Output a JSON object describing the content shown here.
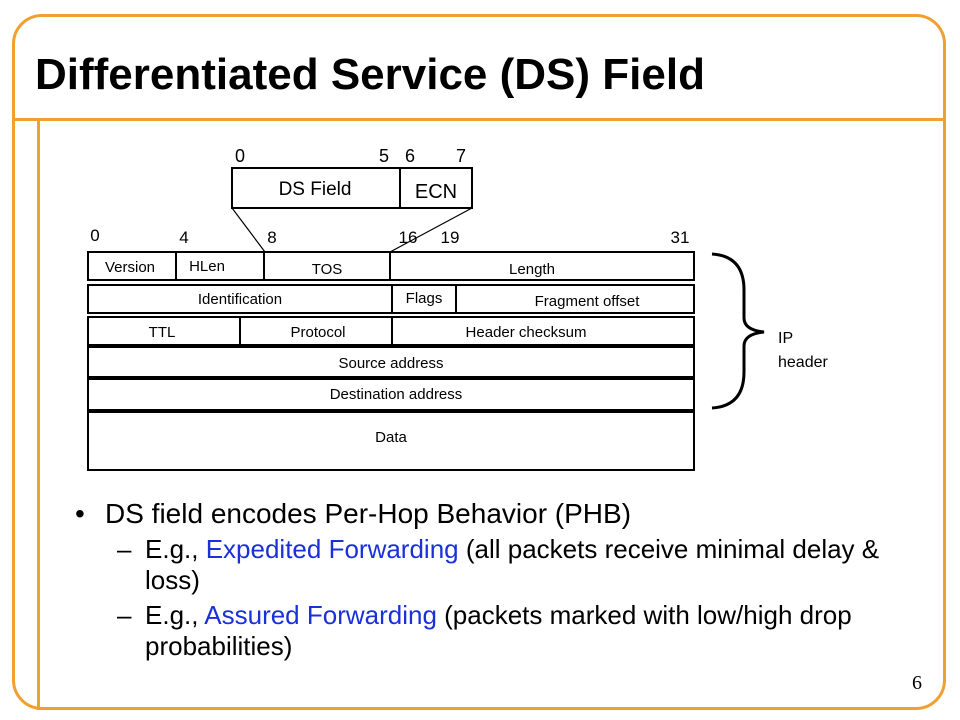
{
  "title": "Differentiated Service (DS) Field",
  "page_number": "6",
  "colors": {
    "frame": "#f0a030",
    "emphasis": "#1a30d8"
  },
  "ds_octet": {
    "bits": [
      "0",
      "5",
      "6",
      "7"
    ],
    "ds_label": "DS Field",
    "ecn_label": "ECN"
  },
  "ip_header": {
    "bit_labels": [
      "0",
      "4",
      "8",
      "16",
      "19",
      "31"
    ],
    "row1": {
      "version": "Version",
      "hlen": "HLen",
      "tos": "TOS",
      "length": "Length"
    },
    "row2": {
      "identification": "Identification",
      "flags": "Flags",
      "fragment_offset": "Fragment offset"
    },
    "row3": {
      "ttl": "TTL",
      "protocol": "Protocol",
      "checksum": "Header checksum"
    },
    "source": "Source address",
    "destination": "Destination address",
    "data": "Data",
    "brace_label_1": "IP",
    "brace_label_2": "header"
  },
  "bullets": {
    "main": "DS field encodes Per-Hop Behavior (PHB)",
    "sub1": {
      "prefix": "E.g., ",
      "term": "Expedited Forwarding",
      "rest": " (all packets receive minimal delay & loss)"
    },
    "sub2": {
      "prefix": "E.g., ",
      "term": "Assured Forwarding",
      "rest": " (packets marked with low/high drop probabilities)"
    }
  }
}
